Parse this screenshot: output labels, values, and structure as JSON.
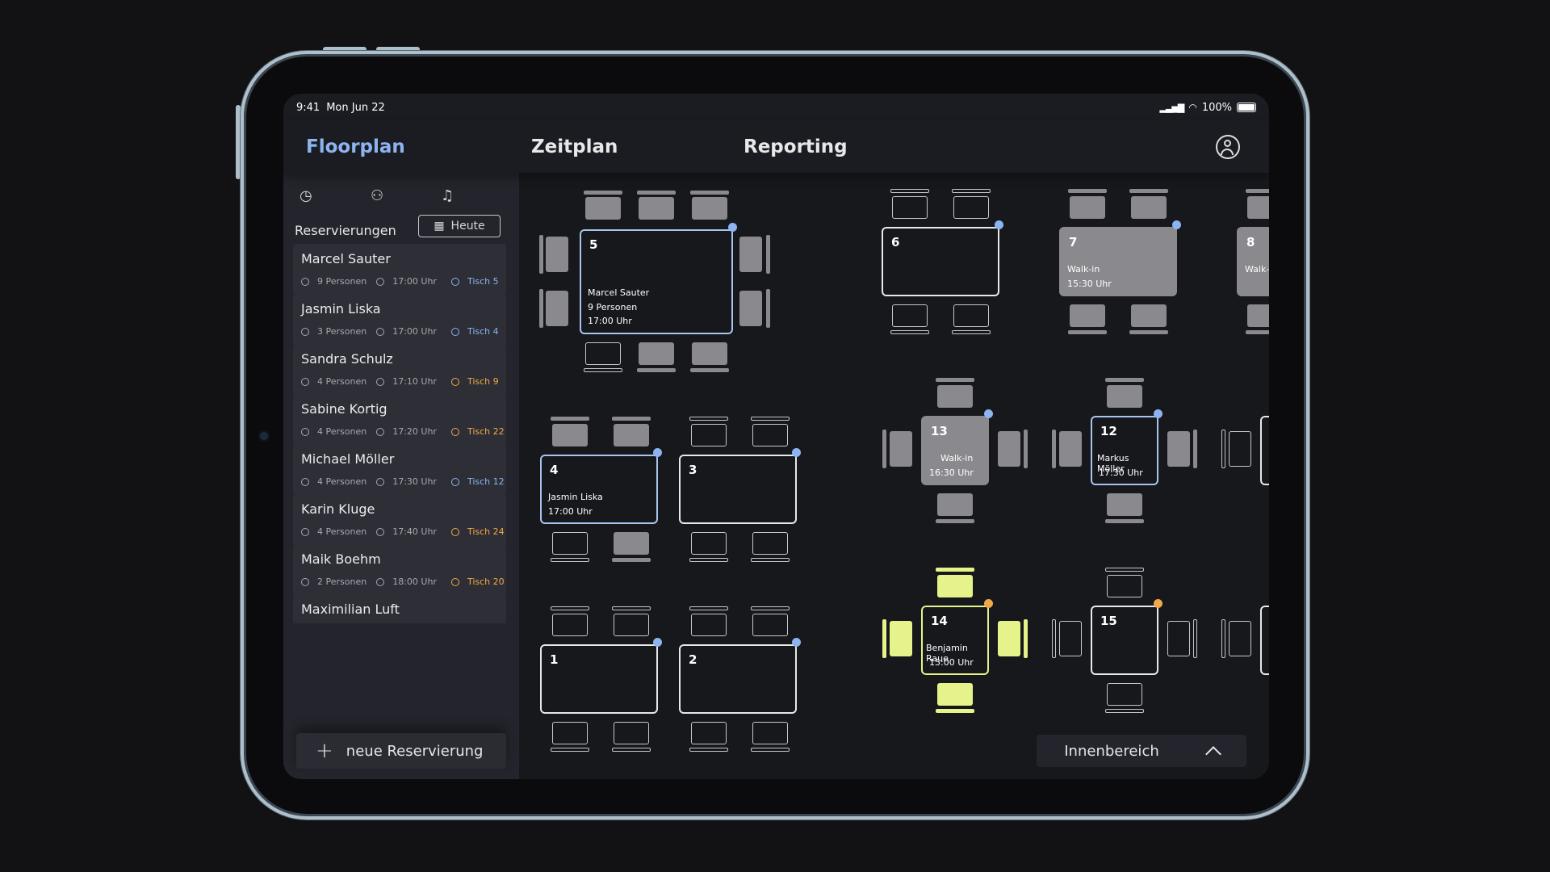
{
  "status": {
    "time": "9:41",
    "date": "Mon Jun 22",
    "battery": "100%"
  },
  "nav": {
    "floorplan": "Floorplan",
    "zeitplan": "Zeitplan",
    "reporting": "Reporting"
  },
  "sidebar": {
    "title": "Reservierungen",
    "today": "Heute",
    "new_reservation": "neue Reservierung",
    "reservations": [
      {
        "name": "Marcel Sauter",
        "persons": "9 Personen",
        "time": "17:00 Uhr",
        "table": "Tisch 5"
      },
      {
        "name": "Jasmin Liska",
        "persons": "3 Personen",
        "time": "17:00 Uhr",
        "table": "Tisch 4"
      },
      {
        "name": "Sandra Schulz",
        "persons": "4 Personen",
        "time": "17:10 Uhr",
        "table": "Tisch 9"
      },
      {
        "name": "Sabine Kortig",
        "persons": "4 Personen",
        "time": "17:20 Uhr",
        "table": "Tisch 22"
      },
      {
        "name": "Michael Möller",
        "persons": "4 Personen",
        "time": "17:30 Uhr",
        "table": "Tisch 12"
      },
      {
        "name": "Karin Kluge",
        "persons": "4 Personen",
        "time": "17:40 Uhr",
        "table": "Tisch 24"
      },
      {
        "name": "Maik Boehm",
        "persons": "2 Personen",
        "time": "18:00 Uhr",
        "table": "Tisch 20"
      },
      {
        "name": "Maximilian Luft",
        "persons": "",
        "time": "",
        "table": ""
      }
    ]
  },
  "tables": {
    "t5": {
      "num": "5",
      "name": "Marcel Sauter",
      "persons": "9 Personen",
      "time": "17:00 Uhr"
    },
    "t6": {
      "num": "6"
    },
    "t7": {
      "num": "7",
      "label": "Walk-in",
      "time": "15:30 Uhr"
    },
    "t8": {
      "num": "8",
      "label": "Walk-in"
    },
    "t4": {
      "num": "4",
      "name": "Jasmin Liska",
      "time": "17:00 Uhr"
    },
    "t3": {
      "num": "3"
    },
    "t13": {
      "num": "13",
      "label": "Walk-in",
      "time": "16:30 Uhr"
    },
    "t12": {
      "num": "12",
      "name": "Markus Möller",
      "time": "17:30 Uhr"
    },
    "t1": {
      "num": "1"
    },
    "t2": {
      "num": "2"
    },
    "t14": {
      "num": "14",
      "name": "Benjamin Raue",
      "time": "15:00 Uhr"
    },
    "t15": {
      "num": "15"
    }
  },
  "area": {
    "label": "Innenbereich"
  },
  "colors": {
    "accent": "#8db4f0",
    "warning": "#f0a94a",
    "highlight": "#e6f28a",
    "occupied": "#8a8a8e"
  }
}
